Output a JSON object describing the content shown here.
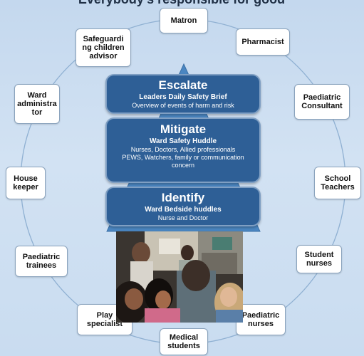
{
  "title_fragment": "Everybody's responsible for good",
  "colors": {
    "tier_fill": "#2e5f96",
    "pyramid": "#4b86c1",
    "background": "#c9dcf0"
  },
  "tiers": {
    "escalate": {
      "heading": "Escalate",
      "subtitle": "Leaders Daily Safety Brief",
      "desc_line1": "Overview of events of harm and risk"
    },
    "mitigate": {
      "heading": "Mitigate",
      "subtitle": "Ward Safety Huddle",
      "desc_line1": "Nurses, Doctors, Allied professionals",
      "desc_line2": "PEWS, Watchers, family or communication",
      "desc_line3": "concern"
    },
    "identify": {
      "heading": "Identify",
      "subtitle": "Ward Bedside huddles",
      "desc_line1": "Nurse and Doctor"
    }
  },
  "roles": [
    {
      "line1": "Matron",
      "line2": "",
      "line3": ""
    },
    {
      "line1": "Pharmacist",
      "line2": "",
      "line3": ""
    },
    {
      "line1": "Paediatric",
      "line2": "Consultant",
      "line3": ""
    },
    {
      "line1": "School",
      "line2": "Teachers",
      "line3": ""
    },
    {
      "line1": "Student",
      "line2": "nurses",
      "line3": ""
    },
    {
      "line1": "Paediatric",
      "line2": "nurses",
      "line3": ""
    },
    {
      "line1": "Medical",
      "line2": "students",
      "line3": ""
    },
    {
      "line1": "Play",
      "line2": "specialist",
      "line3": ""
    },
    {
      "line1": "Paediatric",
      "line2": "trainees",
      "line3": ""
    },
    {
      "line1": "House",
      "line2": "keeper",
      "line3": ""
    },
    {
      "line1": "Ward",
      "line2": "administra",
      "line3": "tor"
    },
    {
      "line1": "Safeguardi",
      "line2": "ng children",
      "line3": "advisor"
    }
  ]
}
